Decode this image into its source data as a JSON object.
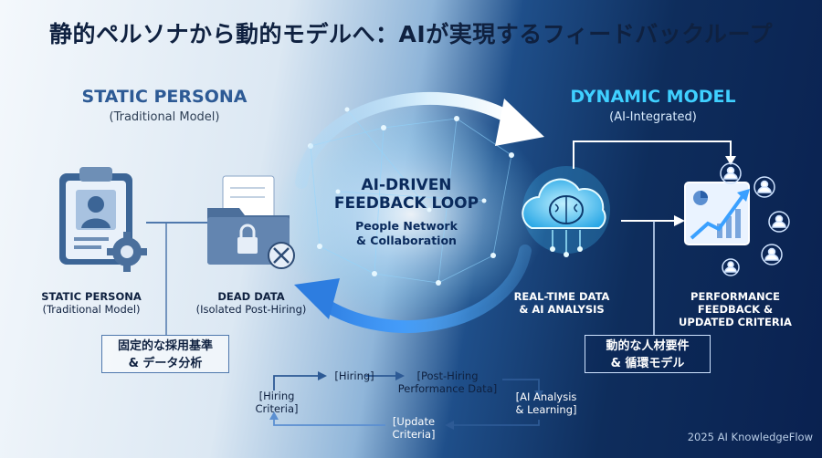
{
  "title": "静的ペルソナから動的モデルへ：AIが実現するフィードバックループ",
  "left_header": {
    "title": "STATIC PERSONA",
    "subtitle": "(Traditional Model)"
  },
  "right_header": {
    "title": "DYNAMIC MODEL",
    "subtitle": "(AI-Integrated)"
  },
  "nodes": {
    "static_persona": {
      "title": "STATIC PERSONA",
      "subtitle": "(Traditional Model)"
    },
    "dead_data": {
      "title": "DEAD DATA",
      "subtitle": "(Isolated Post-Hiring)"
    },
    "realtime": {
      "line1": "REAL-TIME DATA",
      "line2": "& AI ANALYSIS"
    },
    "performance": {
      "line1": "PERFORMANCE",
      "line2": "FEEDBACK &",
      "line3": "UPDATED CRITERIA"
    }
  },
  "center": {
    "line1": "AI-DRIVEN",
    "line2": "FEEDBACK LOOP",
    "sub1": "People Network",
    "sub2": "& Collaboration"
  },
  "jp_boxes": {
    "left": {
      "line1": "固定的な採用基準",
      "line2": "& データ分析"
    },
    "right": {
      "line1": "動的な人材要件",
      "line2": "& 循環モデル"
    }
  },
  "loop": {
    "hiring": "[Hiring]",
    "post_hiring_1": "[Post-Hiring",
    "post_hiring_2": "Performance Data]",
    "ai_analysis_1": "[AI Analysis",
    "ai_analysis_2": "& Learning]",
    "update_1": "[Update",
    "update_2": "Criteria]",
    "hiring_criteria_1": "[Hiring",
    "hiring_criteria_2": "Criteria]"
  },
  "footer": "2025 AI KnowledgeFlow",
  "colors": {
    "dark_navy": "#0f2140",
    "accent_blue": "#2d5a95",
    "cyan": "#3fd0ff",
    "glow": "#7fd9ff"
  }
}
